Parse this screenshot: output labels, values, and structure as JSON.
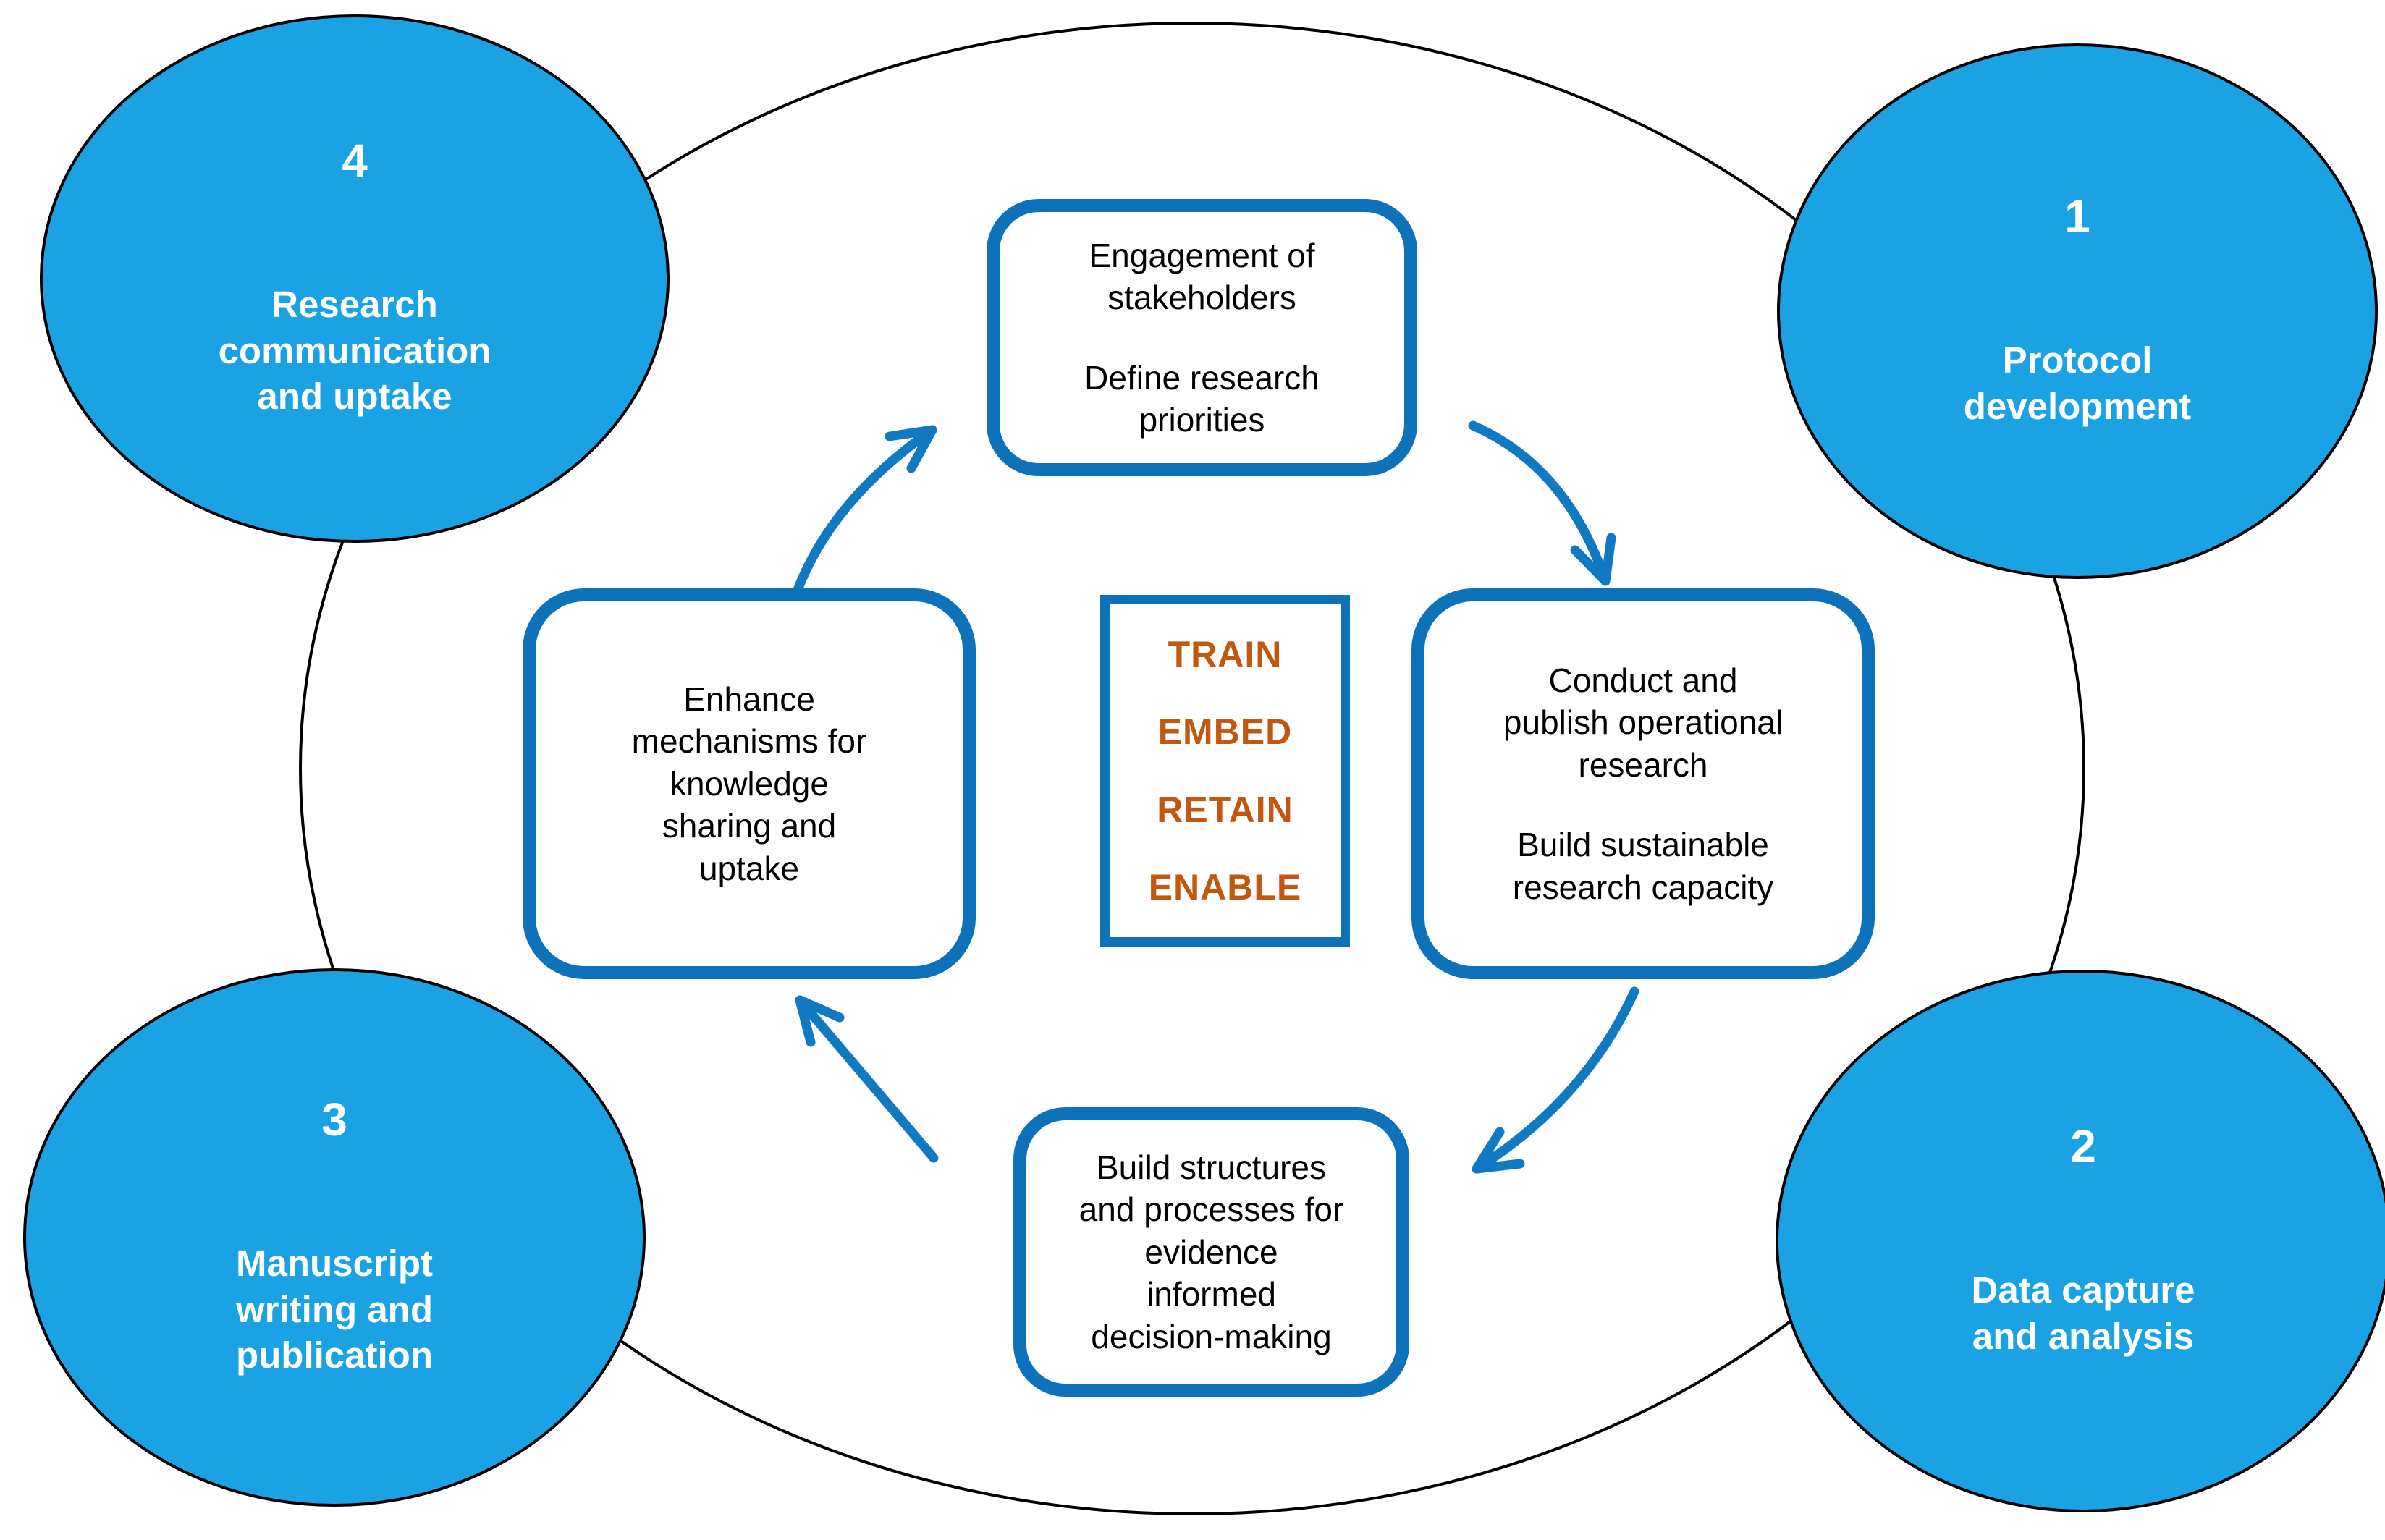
{
  "colors": {
    "stage_fill": "#1AA2E4",
    "stage_text": "#ffffff",
    "box_border": "#0D72BA",
    "arrow": "#0F79C4",
    "keyword_orange": "#C2570F",
    "outline_black": "#000000"
  },
  "stages": [
    {
      "number": "1",
      "label": [
        "Protocol",
        "development"
      ]
    },
    {
      "number": "2",
      "label": [
        "Data capture",
        "and analysis"
      ]
    },
    {
      "number": "3",
      "label": [
        "Manuscript",
        "writing and",
        "publication"
      ]
    },
    {
      "number": "4",
      "label": [
        "Research",
        "communication",
        "and uptake"
      ]
    }
  ],
  "activities": {
    "top": {
      "para1": [
        "Engagement of",
        "stakeholders"
      ],
      "para2": [
        "Define research",
        "priorities"
      ]
    },
    "right": {
      "para1": [
        "Conduct and",
        "publish operational",
        "research"
      ],
      "para2": [
        "Build sustainable",
        "research capacity"
      ]
    },
    "bottom": {
      "para1": [
        "Build structures",
        "and processes for",
        "evidence",
        "informed",
        "decision-making"
      ]
    },
    "left": {
      "para1": [
        "Enhance",
        "mechanisms for",
        "knowledge",
        "sharing and",
        "uptake"
      ]
    }
  },
  "center": {
    "keywords": [
      "TRAIN",
      "EMBED",
      "RETAIN",
      "ENABLE"
    ]
  }
}
